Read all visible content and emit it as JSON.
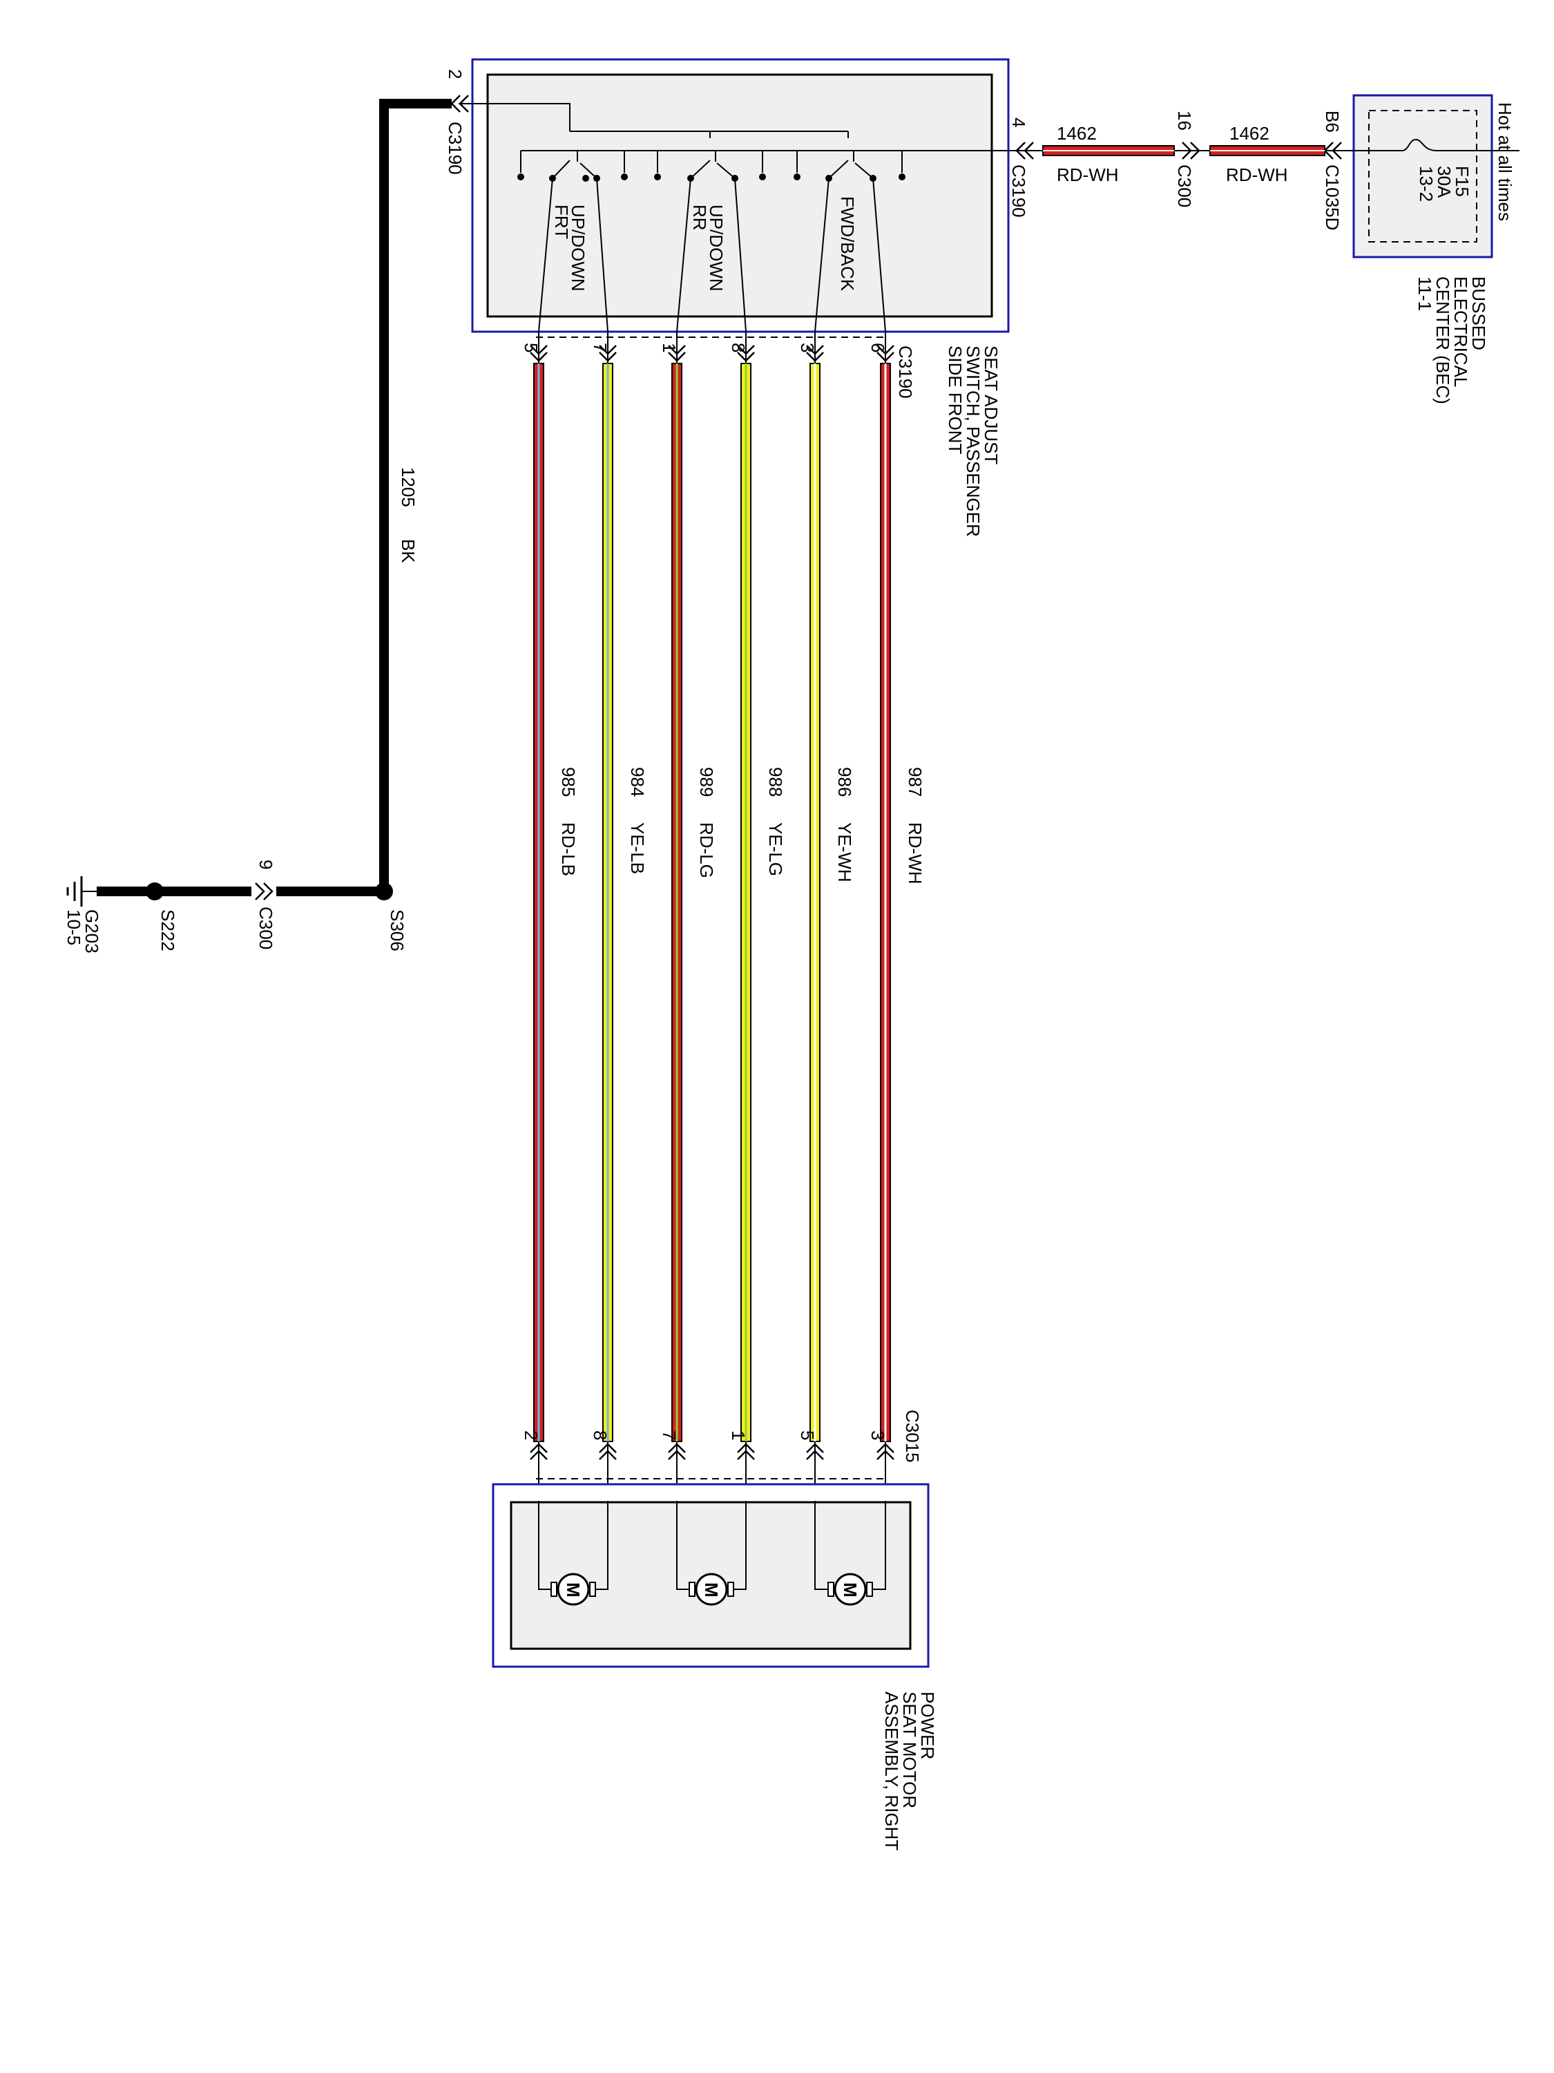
{
  "colors": {
    "RD": "#d42020",
    "YE": "#f2ee1a",
    "LG": "#8ad23a",
    "BK": "#000000",
    "frame": "#1a1aa6",
    "inner_fill": "#efefef"
  },
  "bec": {
    "hot_label": "Hot at all times",
    "fuse_id": "F15",
    "fuse_rating": "30A",
    "fuse_ref": "13-2",
    "connector": "C1035D",
    "pin": "B6",
    "name_lines": [
      "BUSSED",
      "ELECTRICAL",
      "CENTER (BEC)",
      "11-1"
    ]
  },
  "feed_wires": [
    {
      "circuit": "1462",
      "color_code": "RD-WH",
      "to_connector": "C300",
      "to_pin": "16"
    },
    {
      "circuit": "1462",
      "color_code": "RD-WH",
      "to_connector": "C3190",
      "to_pin": "4"
    }
  ],
  "switch": {
    "name_lines": [
      "SEAT ADJUST",
      "SWITCH, PASSENGER",
      "SIDE FRONT"
    ],
    "connector_top": "C3190",
    "connector_bottom": "C3190",
    "ground_pin": "2",
    "switch_labels": [
      {
        "line1": "UP/DOWN",
        "line2": "FRT"
      },
      {
        "line1": "UP/DOWN",
        "line2": "RR"
      },
      {
        "line1": "FWD/BACK",
        "line2": ""
      }
    ]
  },
  "ground_path": {
    "wire_circuit": "1205",
    "wire_color": "BK",
    "splice1": "S306",
    "connector": "C300",
    "connector_pin": "9",
    "splice2": "S222",
    "ground": "G203",
    "ground_ref": "10-5"
  },
  "motor": {
    "name_lines": [
      "POWER",
      "SEAT MOTOR",
      "ASSEMBLY, RIGHT"
    ],
    "connector": "C3015",
    "symbol_label": "M"
  },
  "vertical_wires": [
    {
      "circuit": "985",
      "color_code": "RD-LB",
      "base": "RD",
      "stripe": "LB",
      "pin_switch": "5",
      "pin_motor": "2"
    },
    {
      "circuit": "984",
      "color_code": "YE-LB",
      "base": "YE",
      "stripe": "LB",
      "pin_switch": "7",
      "pin_motor": "8"
    },
    {
      "circuit": "989",
      "color_code": "RD-LG",
      "base": "RD",
      "stripe": "LG",
      "pin_switch": "1",
      "pin_motor": "7"
    },
    {
      "circuit": "988",
      "color_code": "YE-LG",
      "base": "YE",
      "stripe": "LG",
      "pin_switch": "8",
      "pin_motor": "1"
    },
    {
      "circuit": "986",
      "color_code": "YE-WH",
      "base": "YE",
      "stripe": "WH",
      "pin_switch": "3",
      "pin_motor": "5"
    },
    {
      "circuit": "987",
      "color_code": "RD-WH",
      "base": "RD",
      "stripe": "WH",
      "pin_switch": "6",
      "pin_motor": "3"
    }
  ]
}
